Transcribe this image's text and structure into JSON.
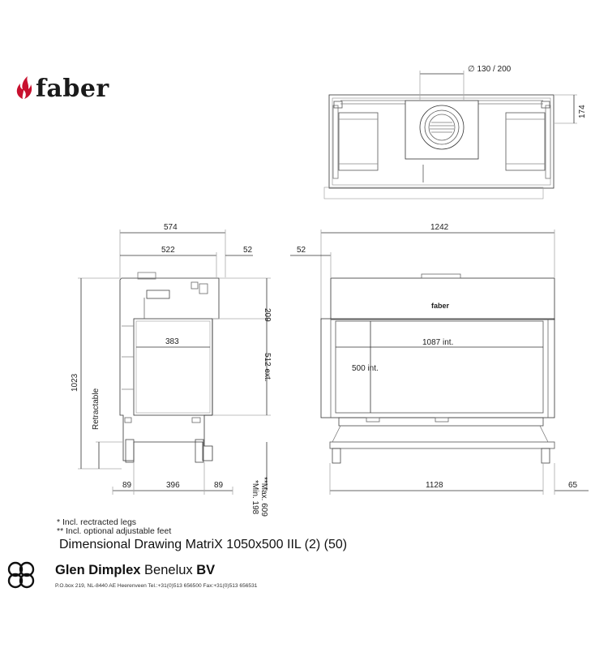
{
  "brand": {
    "name": "faber",
    "flame_color": "#c8102e"
  },
  "views": {
    "top": {
      "flue_diameter": "∅ 130 / 200",
      "depth_174": "174"
    },
    "side": {
      "overall_width": "574",
      "width_522": "522",
      "offset_52": "52",
      "height_1023": "1023",
      "retractable": "Retractable",
      "height_209": "209",
      "ext_512": "512 ext.",
      "inner_383": "383",
      "bottom_89_left": "89",
      "bottom_396": "396",
      "bottom_89_right": "89",
      "min_198": "*Min. 198",
      "max_609": "**Max. 609"
    },
    "front": {
      "overall_width": "1242",
      "offset_52": "52",
      "inner_width": "1087 int.",
      "inner_height": "500 int.",
      "bottom_width": "1128",
      "right_65": "65",
      "badge": "faber"
    }
  },
  "notes": {
    "line1": "* Incl. rectracted legs",
    "line2": "** Incl. optional adjustable feet"
  },
  "title": "Dimensional Drawing MatriX 1050x500 IIL (2) (50)",
  "company": {
    "name_bold": "Glen Dimplex",
    "name_regular": " Benelux ",
    "suffix_bold": "BV",
    "address": "P.O.box 219, NL-8440 AE Heerenveen Tel.:+31(0)513 656500  Fax:+31(0)513 656531"
  }
}
